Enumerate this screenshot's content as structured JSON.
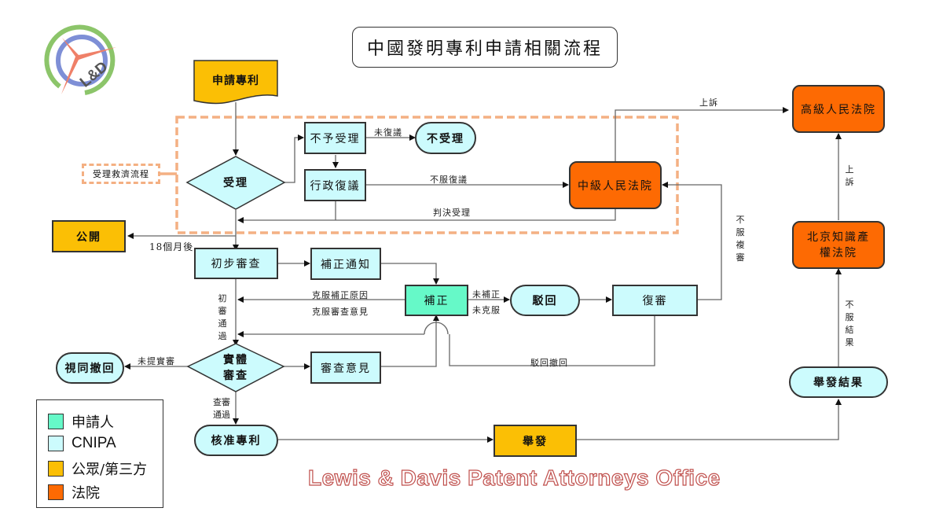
{
  "title": "中國發明專利申請相關流程",
  "logo": {
    "text": "L&D",
    "icon": "ld-logo-icon"
  },
  "relief_group_label": "受理救濟流程",
  "nodes": {
    "apply_patent": "申請專利",
    "acceptance": "受理",
    "not_accept_decision": "不予受理",
    "not_accepted": "不受理",
    "admin_review": "行政復議",
    "intermediate_court": "中級人民法院",
    "high_court": "高級人民法院",
    "beijing_ip_court": "北京知識產權法院",
    "publication": "公開",
    "preliminary_exam": "初步審查",
    "correction_notice": "補正通知",
    "correction": "補正",
    "rejection": "駁回",
    "reexamination": "復審",
    "substantive_exam": "實體審查",
    "exam_opinion": "審查意見",
    "deemed_withdrawn": "視同撤回",
    "grant_patent": "核准專利",
    "invalidation_request": "舉發",
    "invalidation_result": "舉發結果"
  },
  "edge_labels": {
    "no_review": "未復議",
    "disagree_review": "不服復議",
    "judgment_accept": "判決受理",
    "appeal_top": "上訴",
    "appeal_side": "上訴",
    "after_18_months": "18個月後",
    "overcome_correction": "克服補正原因",
    "overcome_opinion": "克服審查意見",
    "not_corrected": "未補正",
    "not_overcome": "未克服",
    "prelim_passed": "初審通過",
    "disagree_reexam": "不服複審",
    "rejection_withdrawn": "駁回撤回",
    "no_substantive_request": "未提實審",
    "exam_passed": "查審通過",
    "disagree_result": "不服結果"
  },
  "legend": [
    {
      "label": "申請人",
      "color": "#66f9c8"
    },
    {
      "label": "CNIPA",
      "color": "#ccfbfd"
    },
    {
      "label": "公眾/第三方",
      "color": "#fbbf05"
    },
    {
      "label": "法院",
      "color": "#fd6a03"
    }
  ],
  "watermark": "Lewis & Davis Patent Attorneys Office"
}
